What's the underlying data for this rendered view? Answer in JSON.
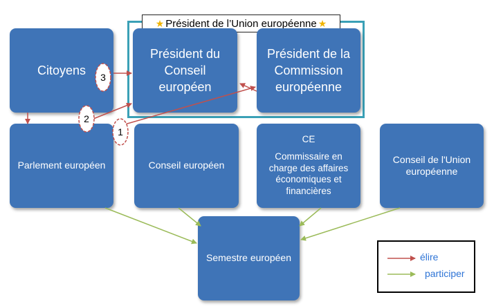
{
  "frame": {
    "title": "Président de l’Union européenne"
  },
  "nodes": {
    "citoyens": "Citoyens",
    "president_conseil": "Président du Conseil européen",
    "president_commission": "Président de la Commission européenne",
    "parlement": "Parlement européen",
    "conseil_europeen": "Conseil européen",
    "ce_title": "CE",
    "ce_body": "Commissaire en charge des affaires économiques et financières",
    "conseil_union": "Conseil de l'Union européenne",
    "semestre": "Semestre européen"
  },
  "steps": [
    "1",
    "2",
    "3"
  ],
  "legend": {
    "elire": "élire",
    "participer": "participer"
  },
  "colors": {
    "box": "#3f74b7",
    "elire": "#c0504d",
    "participer": "#9bbb59",
    "frame": "#3aa0b6",
    "star": "#f0b400"
  }
}
